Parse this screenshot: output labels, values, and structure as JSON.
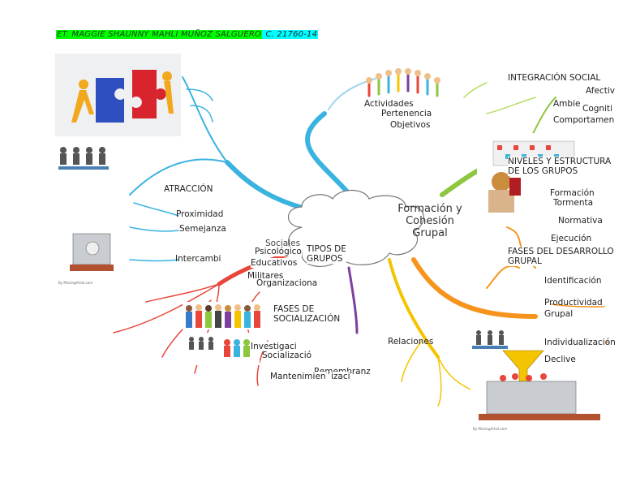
{
  "title": {
    "author": "ET. MAGGIE SHAUNNY MAHLI MUÑOZ SALGUERO",
    "id": " C. 21760-14"
  },
  "central": {
    "line1": "Formación y",
    "line2": "Cohesión",
    "line3": "Grupal"
  },
  "attraction": {
    "label": "ATRACCIÓN",
    "items": [
      "Proximidad",
      "Semejanza",
      "Intercambi"
    ]
  },
  "types": {
    "label_line1": "TIPOS DE",
    "label_line2": "GRUPOS",
    "items": [
      "Sociales",
      "Psicológico",
      "Educativos",
      "Militares",
      "Organizaciona"
    ]
  },
  "socialization": {
    "label_line1": "FASES DE",
    "label_line2": "SOCIALIZACIÓN",
    "items": [
      "Investigaci",
      "Socializació",
      "Mantenimien",
      "Remembranz",
      "izaci"
    ]
  },
  "relations": {
    "label": "Relaciones"
  },
  "top": {
    "items": [
      "Actividades",
      "Pertenencia",
      "Objetivos"
    ]
  },
  "social_integration": {
    "label": "INTEGRACIÓN SOCIAL",
    "items": [
      "Afectiv",
      "Ambie",
      "Cogniti",
      "Comportamen"
    ]
  },
  "levels": {
    "label_line1": "NIVELES Y ESTRUCTURA",
    "label_line2": "DE LOS GRUPOS",
    "items": [
      "Formación",
      "Tormenta",
      "Normativa",
      "Ejecución"
    ]
  },
  "dev_phases": {
    "label_line1": "FASES DEL DESARROLLO",
    "label_line2": "GRUPAL",
    "items": [
      "Identificación",
      "Productividad",
      "Grupal",
      "Individualización",
      "Declive"
    ]
  },
  "credits": {
    "text": "By MvisingArtist.com"
  },
  "colors": {
    "cyan": "#3bb3e0",
    "green": "#8dc63f",
    "orange": "#f7941d",
    "red": "#e8463a",
    "purple": "#7b3fa0",
    "yellow": "#f4c400",
    "lightblue": "#9fd6ee"
  },
  "images": [
    "puzzle-figures-image",
    "meeting-chairs-image",
    "puzzle-machine-image",
    "children-circle-image",
    "woman-phone-image",
    "crowd-image",
    "people-figures-image",
    "funnel-machine-image"
  ]
}
